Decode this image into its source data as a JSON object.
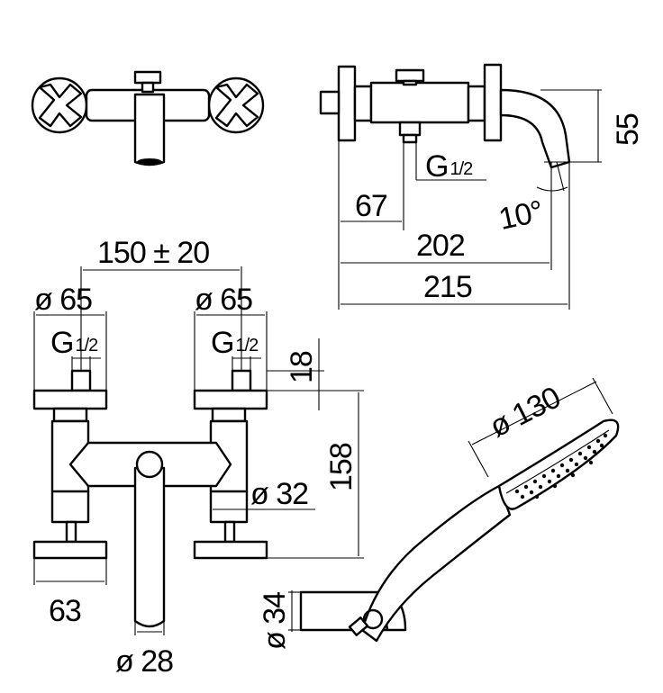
{
  "dimensions": {
    "spacing": "150 ± 20",
    "dia_65_left": "ø 65",
    "dia_65_right": "ø 65",
    "thread_left": {
      "main": "G",
      "frac": "1/2"
    },
    "thread_right": {
      "main": "G",
      "frac": "1/2"
    },
    "thread_side": {
      "main": "G",
      "frac": "1/2"
    },
    "height_18": "18",
    "height_158": "158",
    "dia_32": "ø 32",
    "width_63": "63",
    "dia_28": "ø 28",
    "side_55": "55",
    "side_67": "67",
    "angle_10": "10°",
    "side_202": "202",
    "side_215": "215",
    "shower_dia_130": "ø 130",
    "holder_dia_34": "ø 34"
  }
}
